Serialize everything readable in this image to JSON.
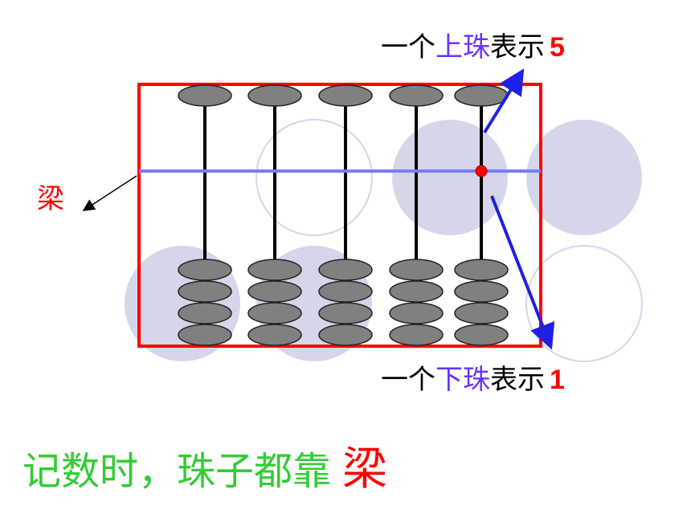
{
  "labels": {
    "upper": {
      "prefix": "一个",
      "highlight": "上珠",
      "suffix": "表示",
      "value": "5"
    },
    "lower": {
      "prefix": "一个",
      "highlight": "下珠",
      "suffix": "表示",
      "value": "1"
    },
    "beam": "梁",
    "summary": {
      "text": "记数时，珠子都靠",
      "emphasis": "梁"
    }
  },
  "abacus": {
    "rods": 5,
    "upper_beads_per_rod": 1,
    "lower_beads_per_rod": 4
  },
  "colors": {
    "frame": "#ff0000",
    "beam": "#7b7bff",
    "bead": "#808080",
    "arrow": "#1f1fe6",
    "highlight_text": "#6633ff",
    "summary_text": "#33cc33",
    "decor_circle": "#d6d6ea"
  }
}
